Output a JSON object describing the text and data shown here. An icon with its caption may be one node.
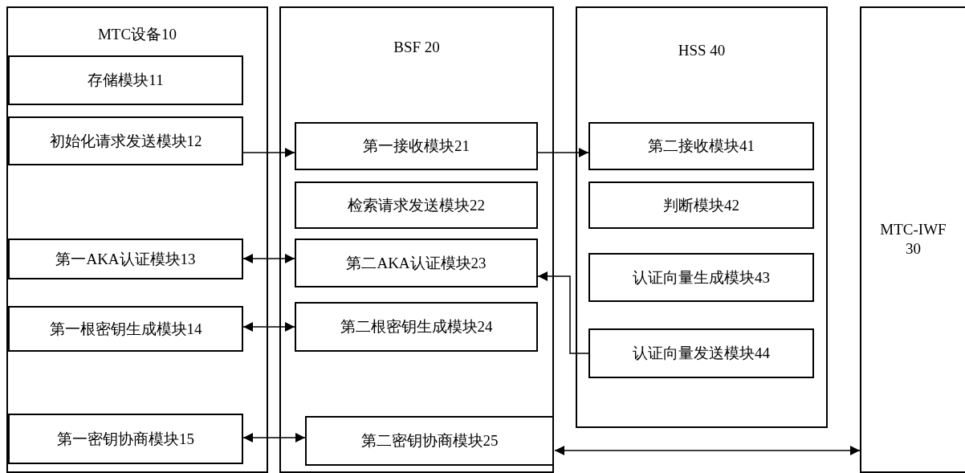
{
  "diagram": {
    "nodes": [
      {
        "text": [
          "MTC设备10"
        ]
      },
      {
        "text": [
          "存储模块11"
        ],
        "in": 0
      },
      {
        "text": [
          "初始化请求发送模块12"
        ],
        "in": 0
      },
      {
        "text": [
          "第一AKA认证模块13"
        ],
        "in": 0
      },
      {
        "text": [
          "第一根密钥生成模块14"
        ],
        "in": 0
      },
      {
        "text": [
          "第一密钥协商模块15"
        ],
        "in": 0
      },
      {
        "text": [
          "BSF 20"
        ]
      },
      {
        "text": [
          "第一接收模块21"
        ],
        "in": 6
      },
      {
        "text": [
          "检索请求发送模块22"
        ],
        "in": 6
      },
      {
        "text": [
          "第二AKA认证模块23"
        ],
        "in": 6
      },
      {
        "text": [
          "第二根密钥生成模块24"
        ],
        "in": 6
      },
      {
        "text": [
          "第二密钥协商模块25"
        ],
        "in": 6
      },
      {
        "text": [
          "HSS 40"
        ]
      },
      {
        "text": [
          "第二接收模块41"
        ],
        "in": 12
      },
      {
        "text": [
          "判断模块42"
        ],
        "in": 12
      },
      {
        "text": [
          "认证向量生成模块43"
        ],
        "in": 12
      },
      {
        "text": [
          "认证向量发送模块44"
        ],
        "in": 12
      },
      {
        "text": [
          "MTC-IWF 30"
        ]
      }
    ],
    "edges": [
      {
        "from": 2,
        "to": 7,
        "arrow": "to"
      },
      {
        "from": 7,
        "to": 13,
        "arrow": "to"
      },
      {
        "from": 3,
        "to": 9,
        "arrow": "both"
      },
      {
        "from": 4,
        "to": 10,
        "arrow": "both"
      },
      {
        "from": 5,
        "to": 11,
        "arrow": "both"
      },
      {
        "from": 16,
        "to": 9,
        "arrow": "to"
      },
      {
        "from": 11,
        "to": 17,
        "arrow": "both"
      }
    ]
  }
}
